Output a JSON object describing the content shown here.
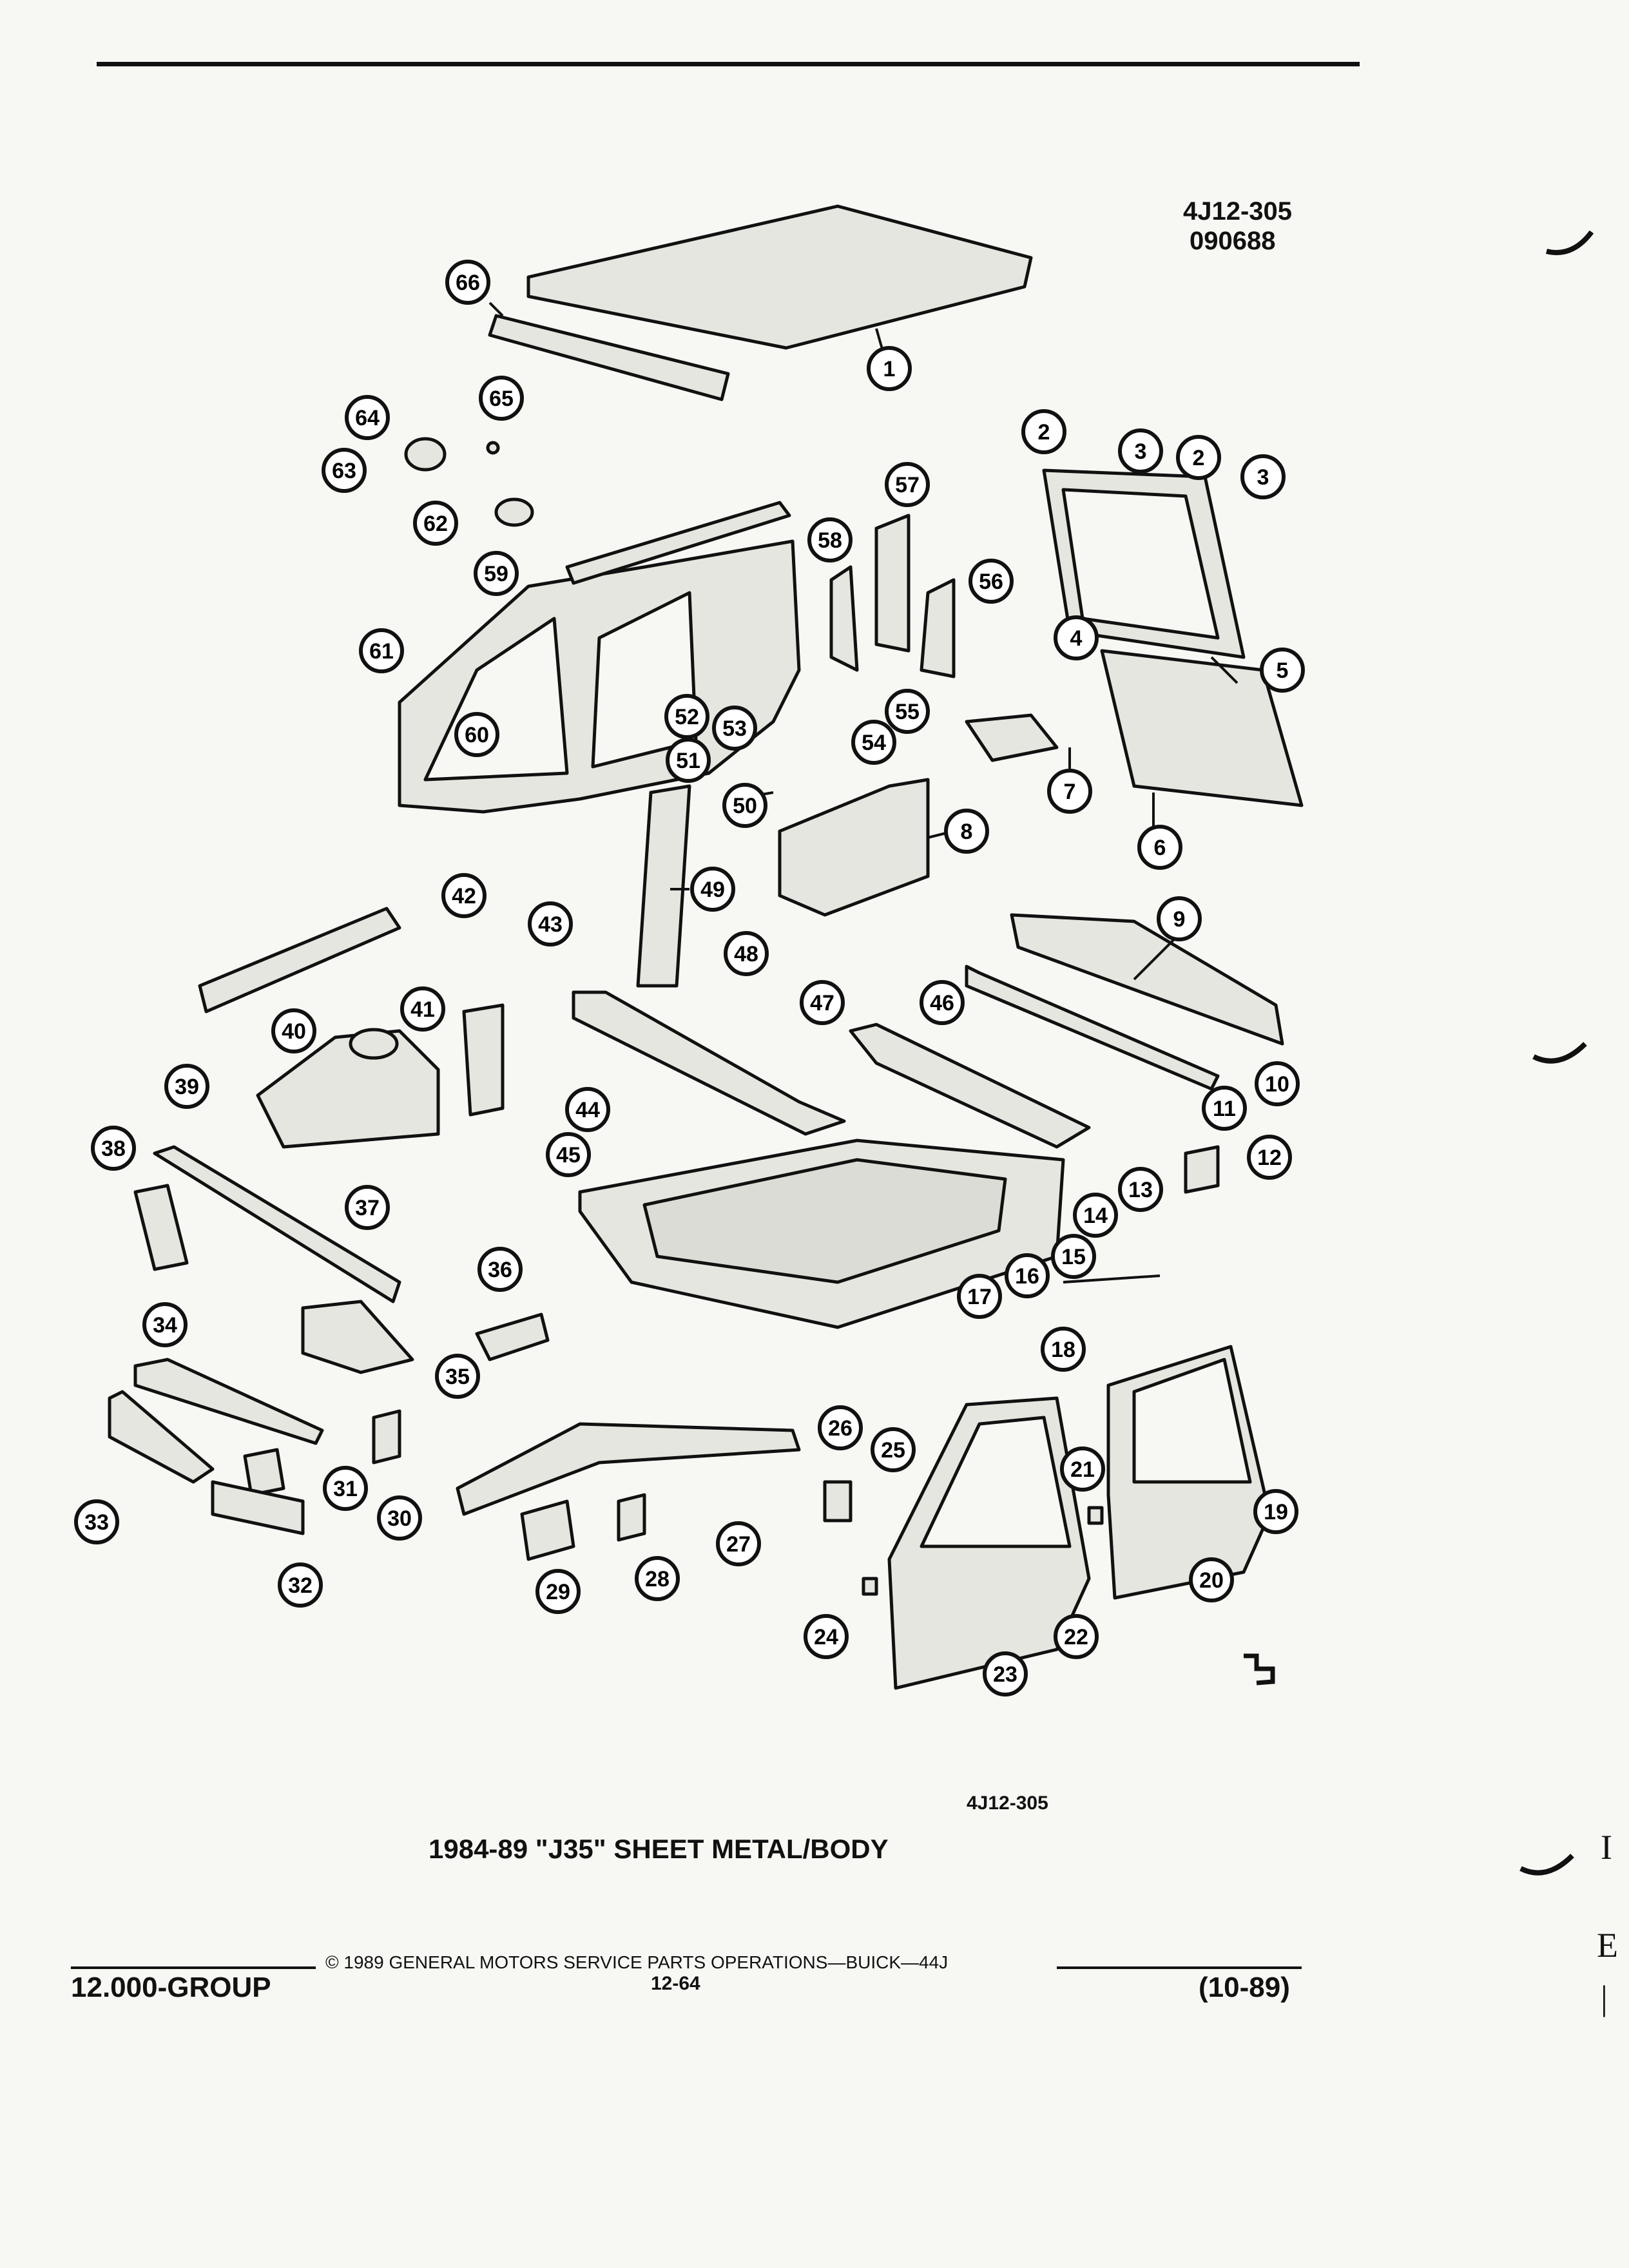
{
  "header": {
    "illustration_code": "4J12-305",
    "illustration_date": "090688"
  },
  "callouts": [
    {
      "id": "1"
    },
    {
      "id": "2"
    },
    {
      "id": "3"
    },
    {
      "id": "2"
    },
    {
      "id": "3"
    },
    {
      "id": "4"
    },
    {
      "id": "5"
    },
    {
      "id": "6"
    },
    {
      "id": "7"
    },
    {
      "id": "8"
    },
    {
      "id": "9"
    },
    {
      "id": "10"
    },
    {
      "id": "11"
    },
    {
      "id": "12"
    },
    {
      "id": "13"
    },
    {
      "id": "14"
    },
    {
      "id": "15"
    },
    {
      "id": "16"
    },
    {
      "id": "17"
    },
    {
      "id": "18"
    },
    {
      "id": "19"
    },
    {
      "id": "20"
    },
    {
      "id": "21"
    },
    {
      "id": "22"
    },
    {
      "id": "23"
    },
    {
      "id": "24"
    },
    {
      "id": "25"
    },
    {
      "id": "26"
    },
    {
      "id": "27"
    },
    {
      "id": "28"
    },
    {
      "id": "29"
    },
    {
      "id": "30"
    },
    {
      "id": "31"
    },
    {
      "id": "32"
    },
    {
      "id": "33"
    },
    {
      "id": "34"
    },
    {
      "id": "35"
    },
    {
      "id": "36"
    },
    {
      "id": "37"
    },
    {
      "id": "38"
    },
    {
      "id": "39"
    },
    {
      "id": "40"
    },
    {
      "id": "41"
    },
    {
      "id": "42"
    },
    {
      "id": "43"
    },
    {
      "id": "44"
    },
    {
      "id": "45"
    },
    {
      "id": "46"
    },
    {
      "id": "47"
    },
    {
      "id": "48"
    },
    {
      "id": "49"
    },
    {
      "id": "50"
    },
    {
      "id": "51"
    },
    {
      "id": "52"
    },
    {
      "id": "53"
    },
    {
      "id": "54"
    },
    {
      "id": "55"
    },
    {
      "id": "56"
    },
    {
      "id": "57"
    },
    {
      "id": "58"
    },
    {
      "id": "59"
    },
    {
      "id": "60"
    },
    {
      "id": "61"
    },
    {
      "id": "62"
    },
    {
      "id": "63"
    },
    {
      "id": "64"
    },
    {
      "id": "65"
    },
    {
      "id": "66"
    }
  ],
  "caption": {
    "code": "4J12-305",
    "title": "1984-89 \"J35\" SHEET METAL/BODY"
  },
  "footer": {
    "copyright": "© 1989 GENERAL MOTORS SERVICE PARTS OPERATIONS—BUICK—44J",
    "group": "12.000-GROUP",
    "page": "12-64",
    "revision": "(10-89)"
  },
  "margin_marks": [
    "I",
    "E",
    "|"
  ],
  "icons": {
    "corner_mark": "gm-logo-icon"
  }
}
